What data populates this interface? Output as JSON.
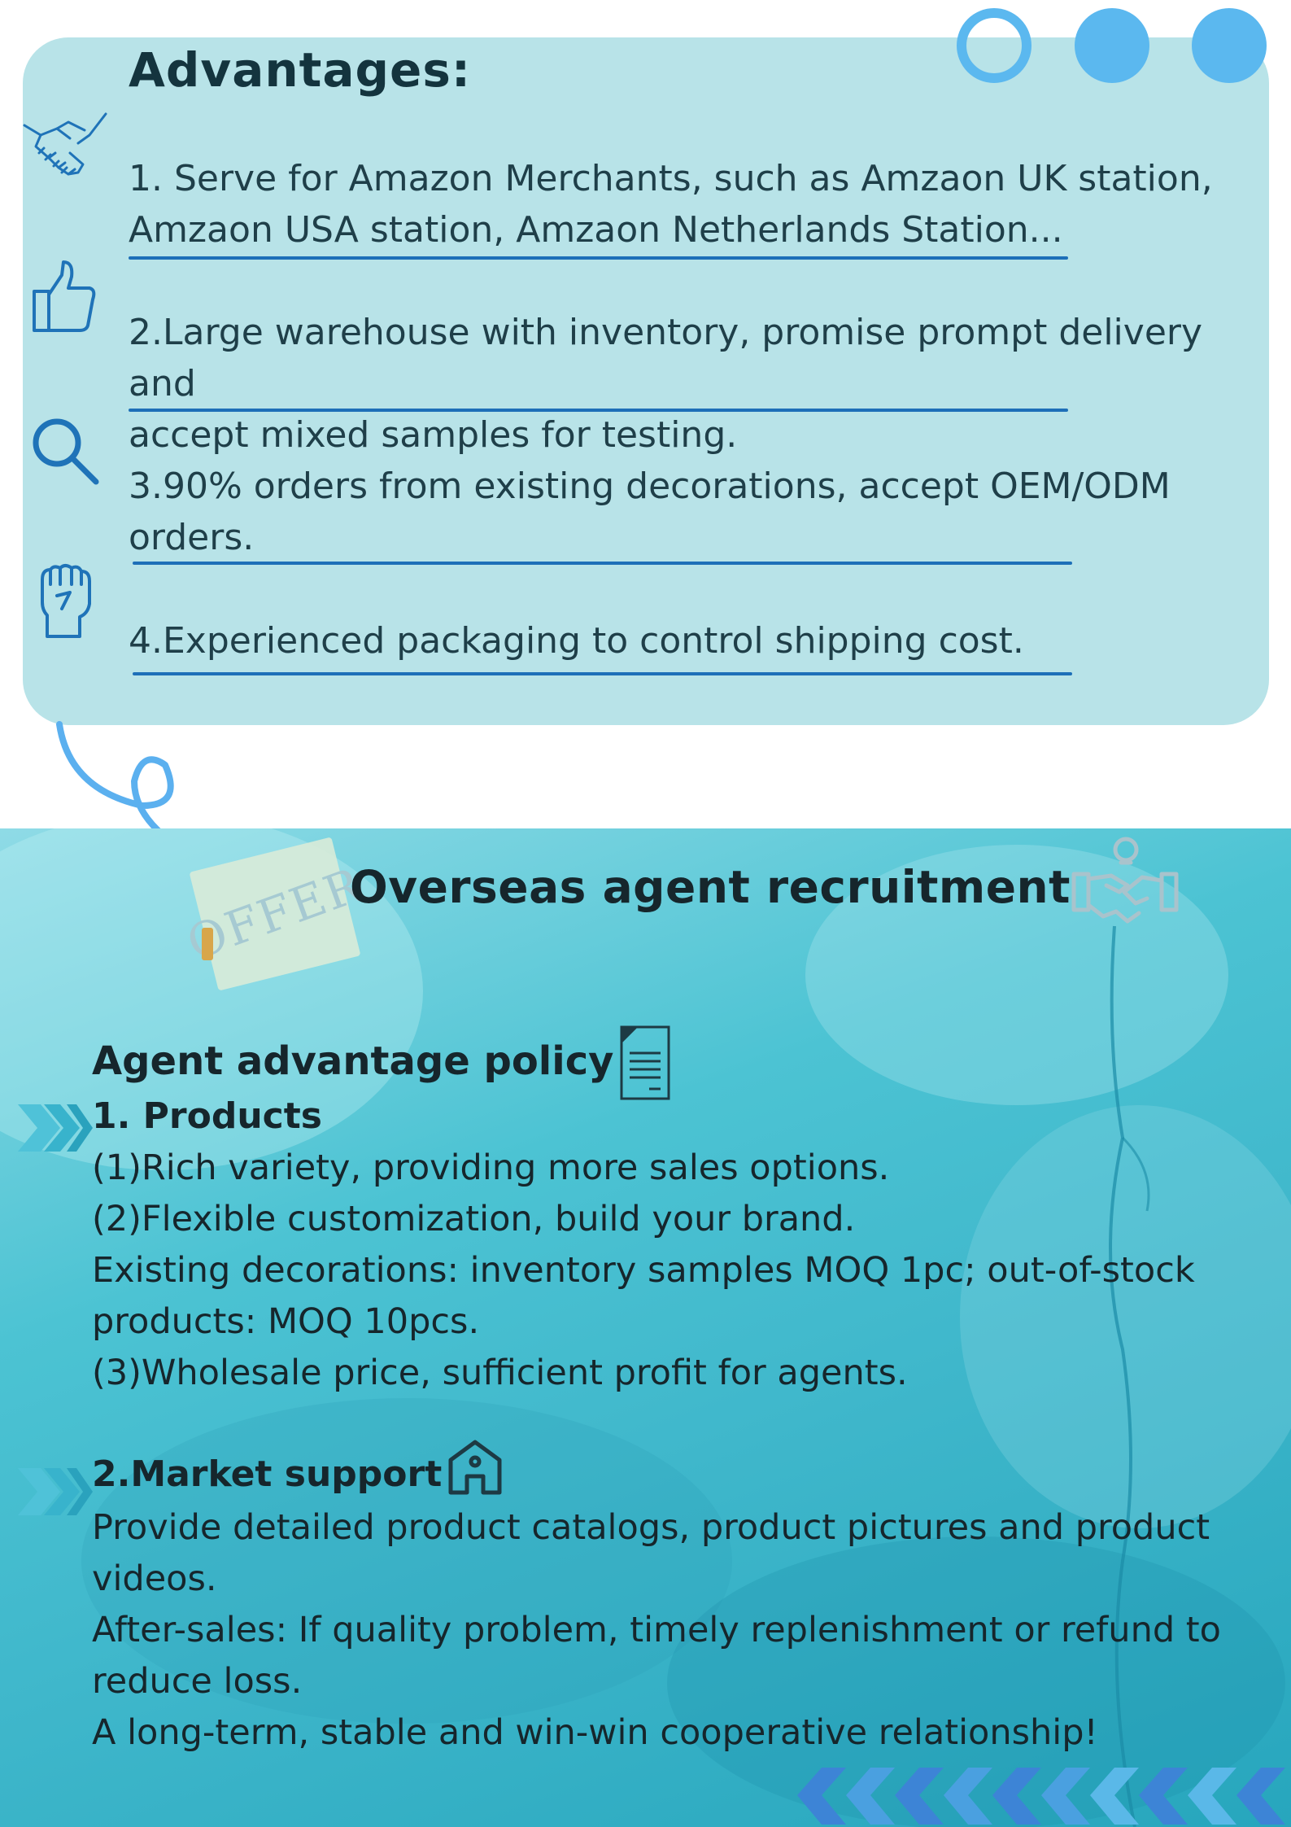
{
  "advantages": {
    "title": "Advantages:",
    "items": [
      {
        "icon": "handshake-icon",
        "lines": [
          "1. Serve for Amazon Merchants, such as Amzaon UK station,",
          "Amzaon USA station, Amzaon Netherlands Station..."
        ]
      },
      {
        "icon": "thumbs-up-icon",
        "lines": [
          "2.Large warehouse with inventory, promise prompt delivery and",
          "accept mixed samples for testing."
        ]
      },
      {
        "icon": "magnifier-icon",
        "lines": [
          "3.90% orders from existing decorations, accept OEM/ODM",
          "orders."
        ]
      },
      {
        "icon": "fist-icon",
        "lines": [
          "4.Experienced packaging to control shipping cost."
        ]
      }
    ],
    "colors": {
      "card": "#b8e3e8",
      "underline": "#1d6fb8",
      "icon": "#1f73b8",
      "circles": "#5bb8ef"
    }
  },
  "recruitment": {
    "offer_tag": "OFFER",
    "title": "Overseas agent recruitment",
    "title_icon": "handshake-bulb-icon",
    "policy_title": "Agent advantage policy",
    "policy_icon": "document-icon",
    "section1": {
      "heading": "1. Products",
      "lines": [
        "(1)Rich variety, providing more sales options.",
        "(2)Flexible customization, build your brand.",
        "Existing decorations: inventory samples MOQ 1pc; out-of-stock",
        "products: MOQ 10pcs.",
        "(3)Wholesale price, sufficient profit for agents."
      ]
    },
    "section2": {
      "heading": "2.Market support",
      "icon": "house-icon",
      "lines": [
        "Provide detailed product catalogs, product pictures and product",
        "videos.",
        "After-sales: If quality problem, timely replenishment or refund to",
        "reduce loss.",
        "A long-term, stable and win-win cooperative relationship!"
      ]
    }
  }
}
